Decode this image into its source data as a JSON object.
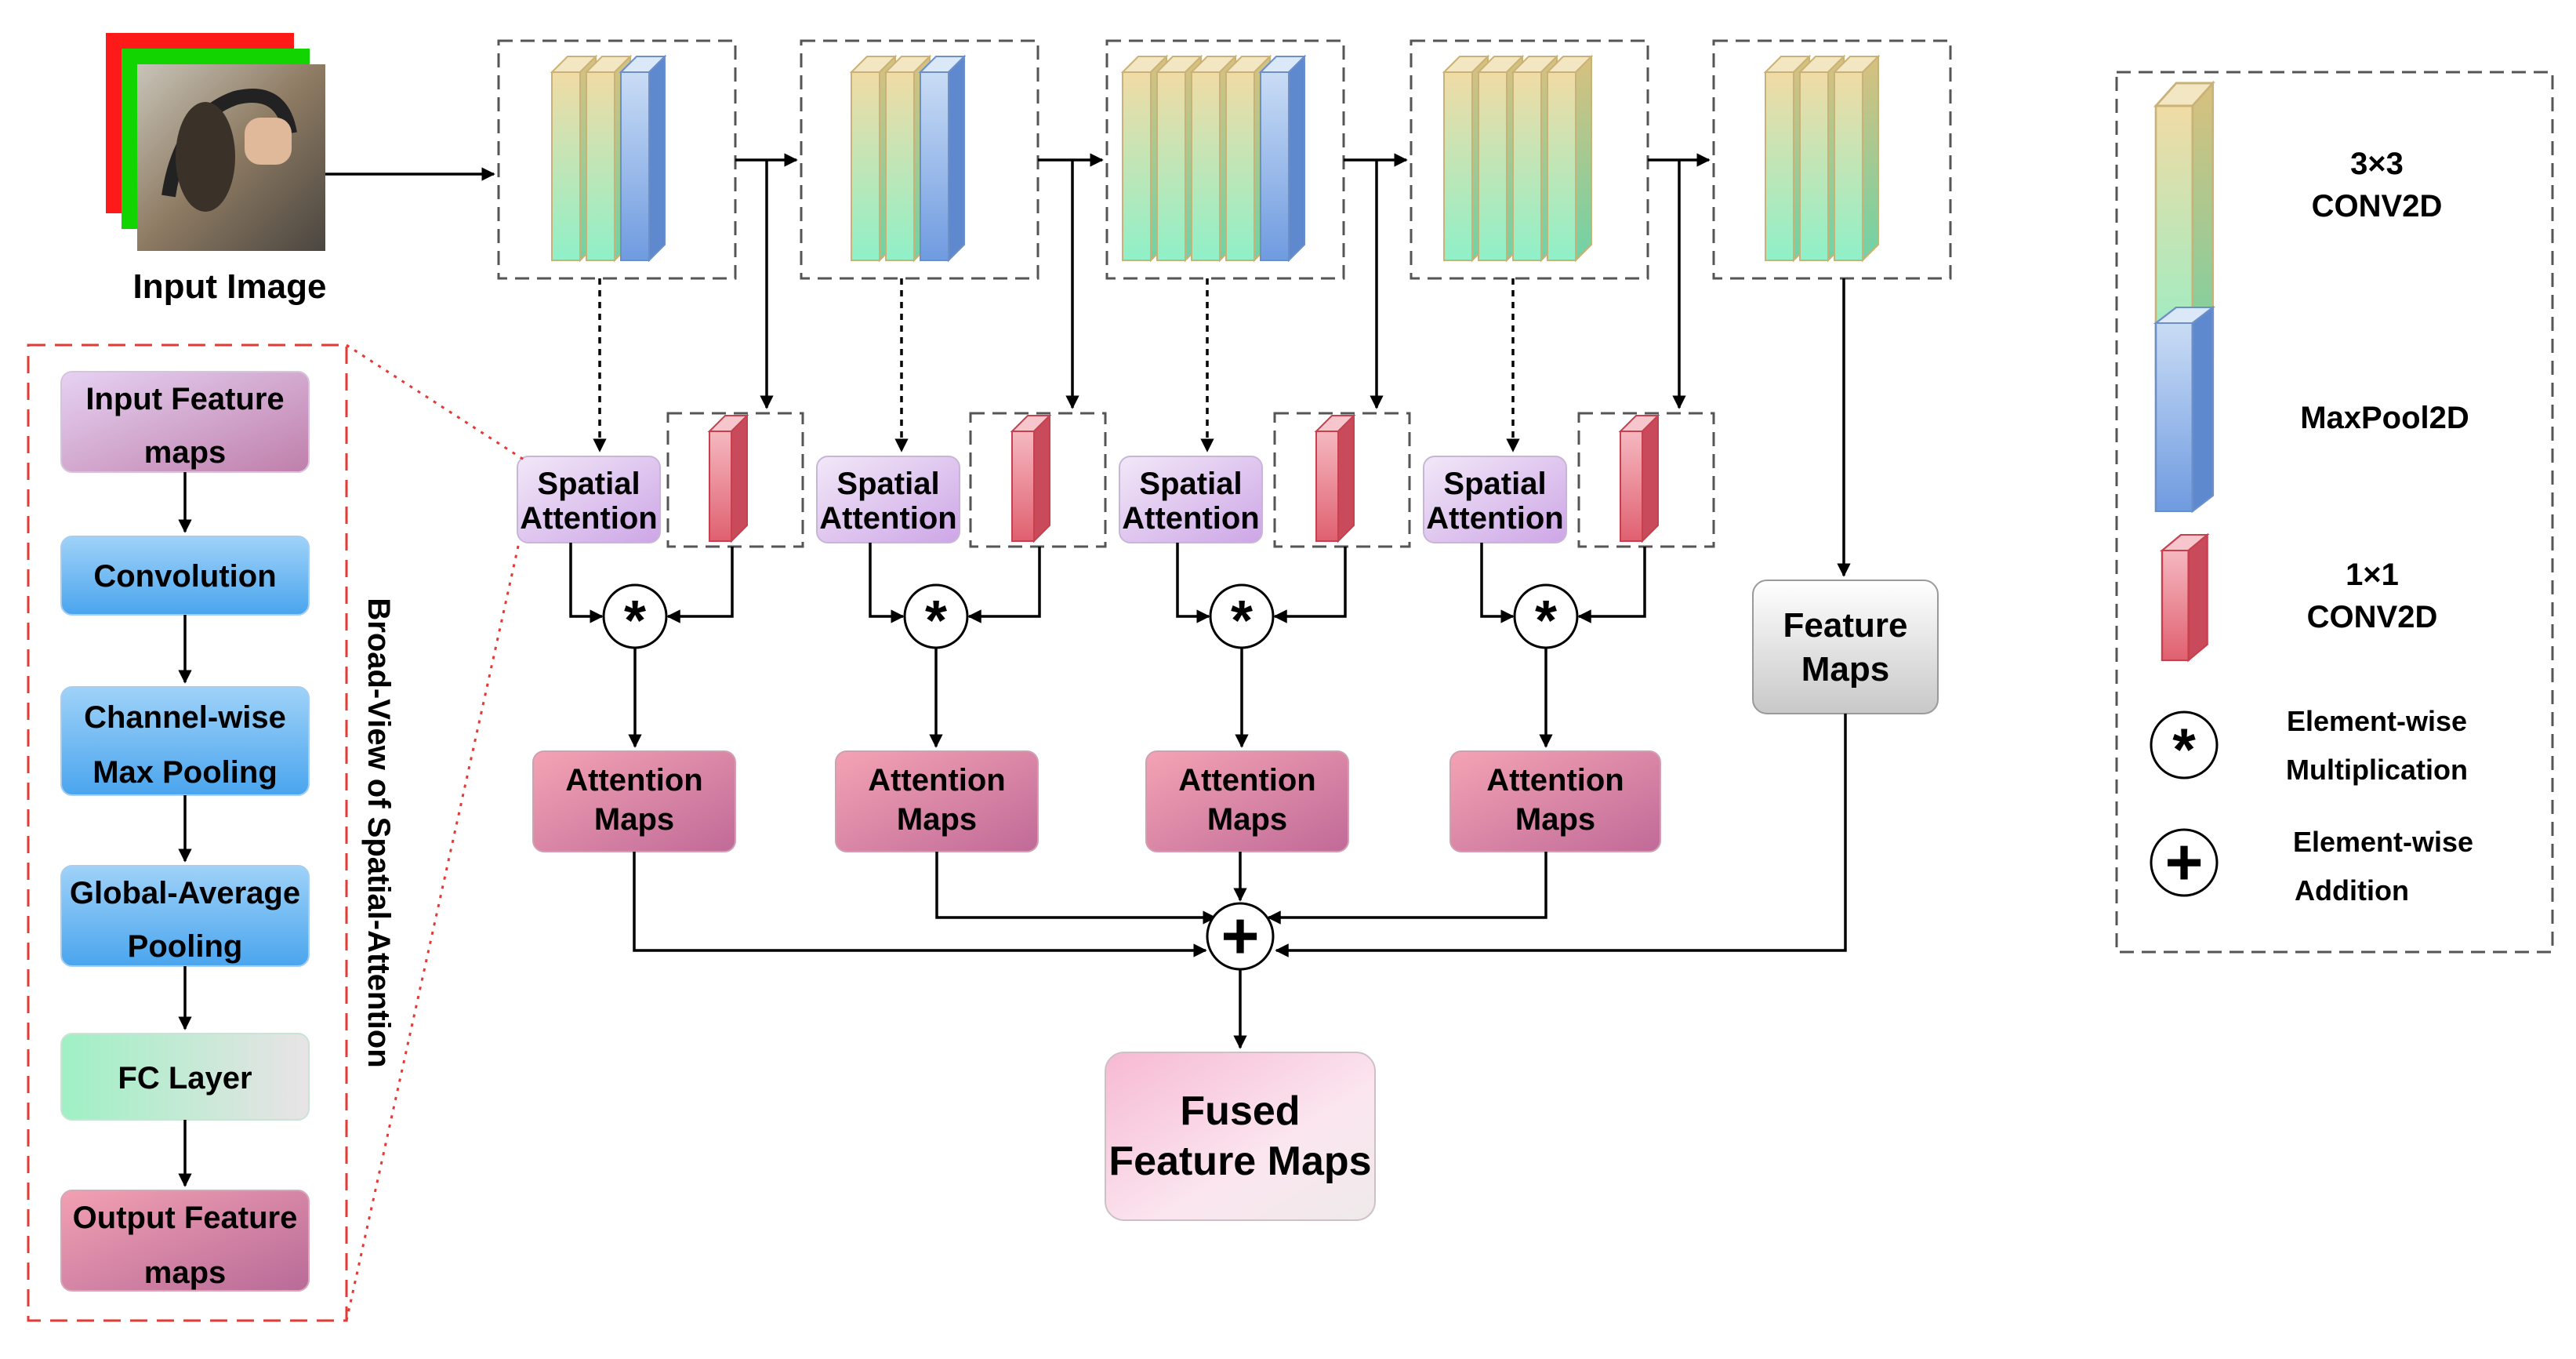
{
  "input_image": {
    "label": "Input Image"
  },
  "spatial_attention": {
    "label_line1": "Spatial",
    "label_line2": "Attention"
  },
  "attention_maps": {
    "label_line1": "Attention",
    "label_line2": "Maps"
  },
  "feature_maps": {
    "label_line1": "Feature",
    "label_line2": "Maps"
  },
  "fused_feature_maps": {
    "label_line1": "Fused",
    "label_line2": "Feature Maps"
  },
  "operators": {
    "multiply_symbol": "*",
    "add_symbol": "+"
  },
  "broad_view": {
    "title": "Broad-View of Spatial-Attention",
    "steps": [
      {
        "line1": "Input Feature",
        "line2": "maps"
      },
      {
        "line1": "Convolution",
        "line2": ""
      },
      {
        "line1": "Channel-wise",
        "line2": "Max Pooling"
      },
      {
        "line1": "Global-Average",
        "line2": "Pooling"
      },
      {
        "line1": "FC Layer",
        "line2": ""
      },
      {
        "line1": "Output Feature",
        "line2": "maps"
      }
    ]
  },
  "legend": {
    "conv3": {
      "line1": "3×3",
      "line2": "CONV2D"
    },
    "maxpool": {
      "line1": "MaxPool2D"
    },
    "conv1": {
      "line1": "1×1",
      "line2": "CONV2D"
    },
    "multiply": {
      "line1": "Element-wise",
      "line2": "Multiplication"
    },
    "add": {
      "line1": "Element-wise",
      "line2": "Addition"
    }
  },
  "colors": {
    "conv3_top": "#efd9a8",
    "conv3_bottom": "#9fe8c4",
    "maxpool": "#8fb3e4",
    "conv1": "#e8848f",
    "spatial_box": "#e3cdf0",
    "attention_box": "#e58fa6",
    "feature_box": "#dcdcdc",
    "fused_box": "#f5c6da",
    "broad_view_border": "#e53935"
  }
}
